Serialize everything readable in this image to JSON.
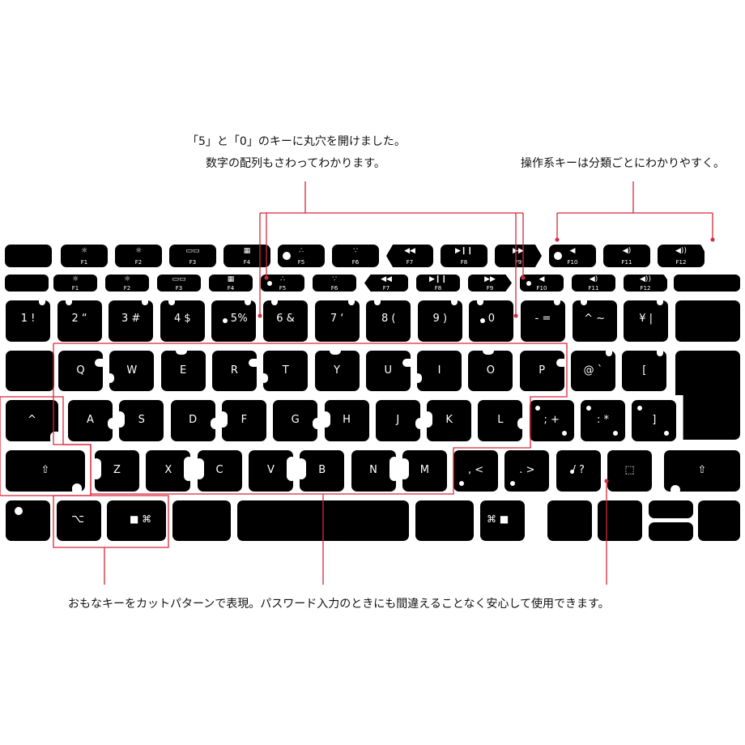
{
  "captions": {
    "top_left_line1": "「5」と「0」のキーに丸穴を開けました。",
    "top_left_line2": "数字の配列もさわってわかります。",
    "top_right": "操作系キーは分類ごとにわかりやすく。",
    "bottom": "おもなキーをカットパターンで表現。パスワード入力のときにも間違えることなく安心して使用できます。"
  },
  "fn_row_large": [
    {
      "icon": "☼",
      "label": "F1"
    },
    {
      "icon": "☼",
      "label": "F2"
    },
    {
      "icon": "▭▭",
      "label": "F3"
    },
    {
      "icon": "▦",
      "label": "F4"
    },
    {
      "icon": "∴",
      "label": "F5"
    },
    {
      "icon": "∵",
      "label": "F6"
    },
    {
      "icon": "◀◀",
      "label": "F7"
    },
    {
      "icon": "▶❙❙",
      "label": "F8"
    },
    {
      "icon": "▶▶",
      "label": "F9"
    },
    {
      "icon": "◀",
      "label": "F10"
    },
    {
      "icon": "◀)",
      "label": "F11"
    },
    {
      "icon": "◀))",
      "label": "F12"
    }
  ],
  "fn_row_small": [
    {
      "icon": "☼",
      "label": "F1"
    },
    {
      "icon": "☼",
      "label": "F2"
    },
    {
      "icon": "▭▭",
      "label": "F3"
    },
    {
      "icon": "▦",
      "label": "F4"
    },
    {
      "icon": "∴",
      "label": "F5"
    },
    {
      "icon": "∵",
      "label": "F6"
    },
    {
      "icon": "◀◀",
      "label": "F7"
    },
    {
      "icon": "▶❙❙",
      "label": "F8"
    },
    {
      "icon": "▶▶",
      "label": "F9"
    },
    {
      "icon": "◀",
      "label": "F10"
    },
    {
      "icon": "◀)",
      "label": "F11"
    },
    {
      "icon": "◀))",
      "label": "F12"
    }
  ],
  "number_row": [
    "1  !",
    "2  “",
    "3  #",
    "4  $",
    "5",
    "6  &",
    "7  ‘",
    "8  (",
    "9  )",
    "0",
    "-  =",
    "^  ~",
    "¥  |"
  ],
  "number_row_extras": {
    "five_symbol": "%"
  },
  "qwerty_row": [
    "Q",
    "W",
    "E",
    "R",
    "T",
    "Y",
    "U",
    "I",
    "O",
    "P",
    "@  `",
    "["
  ],
  "home_row": [
    "^",
    "A",
    "S",
    "D",
    "F",
    "G",
    "H",
    "J",
    "K",
    "L",
    ";  +",
    ":  *",
    "]"
  ],
  "bottom_row": [
    "⇧",
    "Z",
    "X",
    "C",
    "V",
    "B",
    "N",
    "M",
    ",  <",
    ".  >",
    "/  ?",
    "⬚",
    "⇧"
  ],
  "space_row": {
    "option": "⌥",
    "cmd_left": "■ ⌘",
    "cmd_right": "⌘ ■"
  },
  "colors": {
    "key": "#000000",
    "callout": "#d9263a",
    "text": "#111111"
  }
}
